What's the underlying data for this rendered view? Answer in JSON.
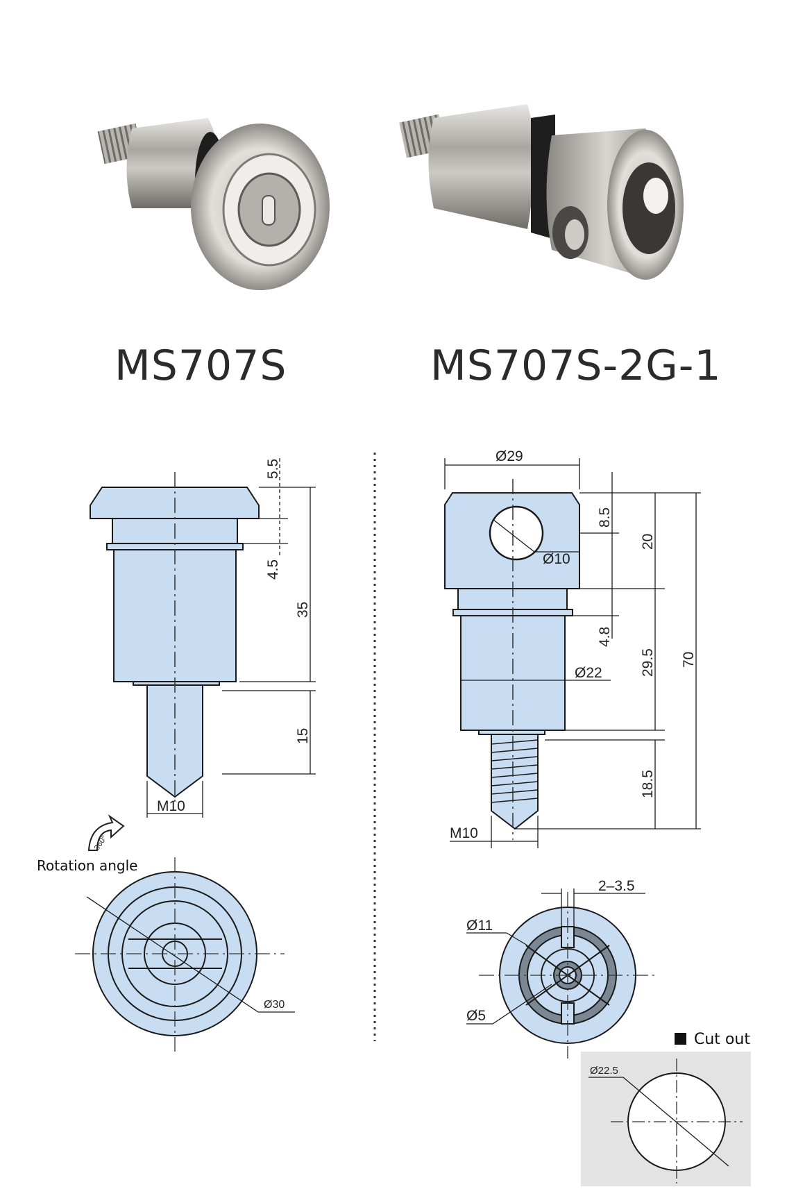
{
  "models": {
    "left": "MS707S",
    "right": "MS707S-2G-1"
  },
  "left_drawing": {
    "dims": {
      "d1": "5.5",
      "d2": "4.5",
      "d3": "35",
      "d4": "15",
      "thread": "M10"
    },
    "rotation_label": "Rotation angle",
    "rotation_value": "360°",
    "top_view_dia": "Ø30"
  },
  "right_drawing": {
    "dims": {
      "top_dia": "Ø29",
      "hole_dia": "Ø10",
      "h1": "8.5",
      "h2": "20",
      "h3": "4.8",
      "h4": "29.5",
      "body_dia": "Ø22",
      "total": "70",
      "stud": "18.5",
      "thread": "M10"
    },
    "top_view": {
      "gap": "2–3.5",
      "dia_outer": "Ø11",
      "dia_inner": "Ø5"
    },
    "cutout": {
      "label": "Cut out",
      "dia": "Ø22.5"
    }
  },
  "colors": {
    "part_fill": "#c9ddf2",
    "line": "#1a1a1a",
    "cutout_bg": "#e3e3e3"
  }
}
